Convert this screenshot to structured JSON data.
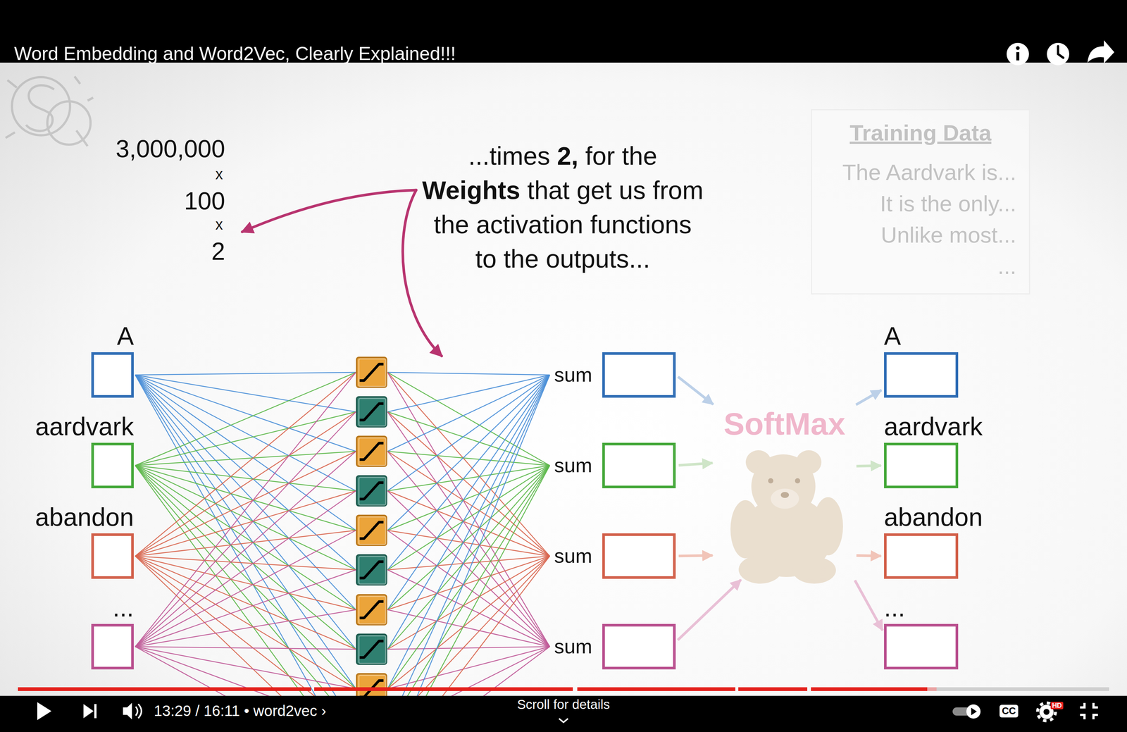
{
  "diagram": {
    "title": "Word Embedding and Word2Vec, Clearly Explained!!!",
    "nodes": [
      {
        "text": [
          "A"
        ]
      },
      {
        "text": [
          "aardvark"
        ]
      },
      {
        "text": [
          "abandon"
        ]
      },
      {
        "text": [
          "..."
        ]
      },
      {
        "text": [
          "sum"
        ]
      },
      {
        "text": [
          "sum"
        ]
      },
      {
        "text": [
          "sum"
        ]
      },
      {
        "text": [
          "sum"
        ]
      },
      {
        "text": [
          "SoftMax"
        ]
      },
      {
        "text": [
          "A"
        ]
      },
      {
        "text": [
          "aardvark"
        ]
      },
      {
        "text": [
          "abandon"
        ]
      },
      {
        "text": [
          "..."
        ]
      },
      {
        "text": [
          "Training Data",
          "The Aardvark is...",
          "It is the only...",
          "Unlike most...",
          "..."
        ]
      }
    ],
    "edges": [
      {
        "from": 4,
        "to": 8,
        "arrow": "to"
      },
      {
        "from": 5,
        "to": 8,
        "arrow": "to"
      },
      {
        "from": 6,
        "to": 8,
        "arrow": "to"
      },
      {
        "from": 7,
        "to": 8,
        "arrow": "to"
      },
      {
        "from": 8,
        "to": 9,
        "arrow": "to"
      },
      {
        "from": 8,
        "to": 10,
        "arrow": "to"
      },
      {
        "from": 8,
        "to": 11,
        "arrow": "to"
      },
      {
        "from": 8,
        "to": 12,
        "arrow": "to"
      }
    ],
    "labels": [
      "3,000,000",
      "x",
      "100",
      "x",
      "2",
      "...times 2, for the Weights that get us from the activation functions to the outputs...",
      "13:29 / 16:11 • word2vec ›",
      "Scroll for details",
      "CC",
      "HD"
    ]
  }
}
